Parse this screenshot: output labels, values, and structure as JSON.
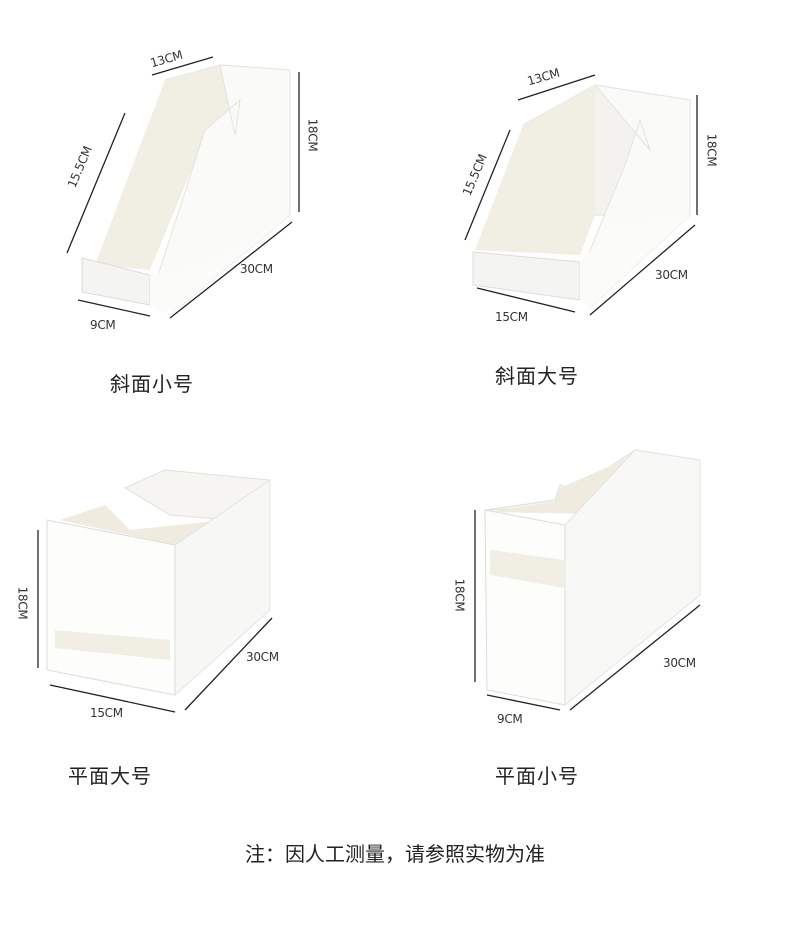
{
  "products": [
    {
      "caption": "斜面小号",
      "dims": {
        "top": "13CM",
        "slant": "15.5CM",
        "height": "18CM",
        "length": "30CM",
        "width": "9CM"
      }
    },
    {
      "caption": "斜面大号",
      "dims": {
        "top": "13CM",
        "slant": "15.5CM",
        "height": "18CM",
        "length": "30CM",
        "width": "15CM"
      }
    },
    {
      "caption": "平面大号",
      "dims": {
        "height": "18CM",
        "length": "30CM",
        "width": "15CM"
      }
    },
    {
      "caption": "平面小号",
      "dims": {
        "height": "18CM",
        "length": "30CM",
        "width": "9CM"
      }
    }
  ],
  "note": "注：因人工测量，请参照实物为准",
  "colors": {
    "box_face": "#f7f7f5",
    "box_inner": "#f1eee4",
    "box_edge": "#dcdcd8",
    "dim_line": "#222222",
    "text": "#222222"
  }
}
